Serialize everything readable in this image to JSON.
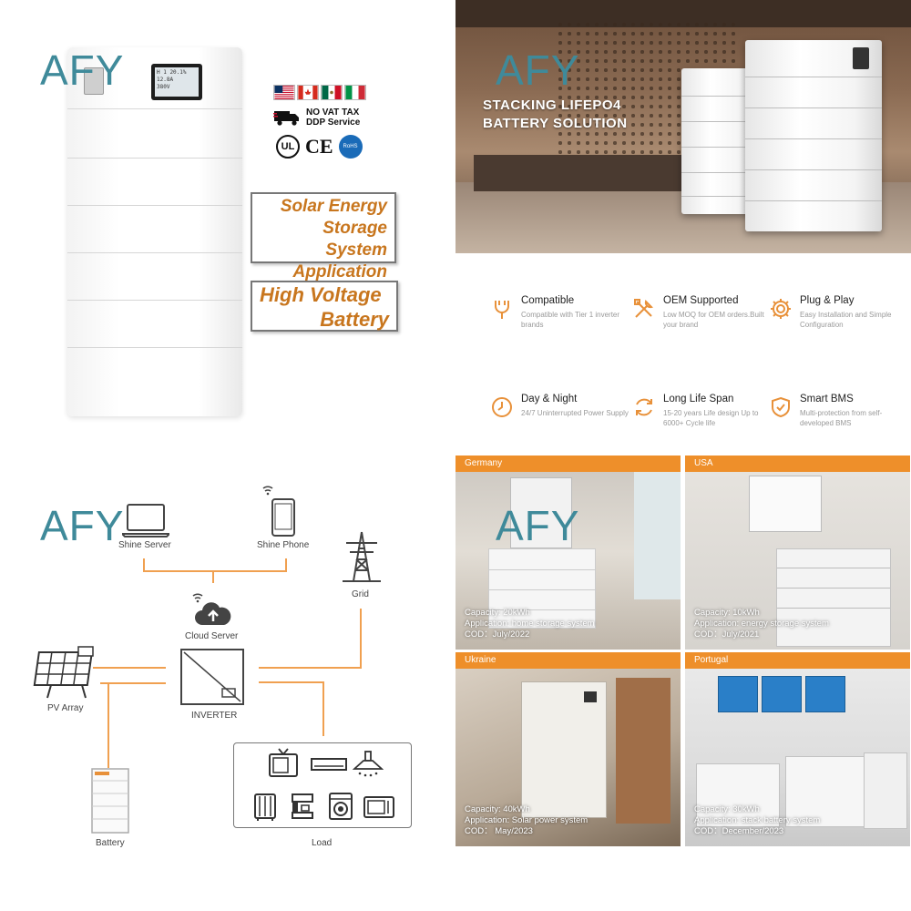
{
  "watermark": "AFY",
  "q1": {
    "shipping": {
      "line1": "NO VAT TAX",
      "line2": "DDP Service"
    },
    "certs": {
      "ul": "UL",
      "ce": "CE",
      "rohs": "RoHS"
    },
    "tag1": [
      "Solar Energy",
      "Storage System",
      "Application"
    ],
    "tag2": [
      "High Voltage",
      "Battery"
    ],
    "screen": [
      "H 1 20.1%",
      "12.8A",
      "380V"
    ]
  },
  "q2": {
    "hero_title": [
      "STACKING LIFEPO4",
      "BATTERY SOLUTION"
    ],
    "features": [
      {
        "title": "Compatible",
        "desc": "Compatible with Tier 1 inverter brands",
        "icon": "wrench-icon"
      },
      {
        "title": "OEM Supported",
        "desc": "Low MOQ for OEM orders.Built your brand",
        "icon": "tools-icon"
      },
      {
        "title": "Plug & Play",
        "desc": "Easy Installation and Simple Configuration",
        "icon": "gear-icon"
      },
      {
        "title": "Day & Night",
        "desc": "24/7 Uninterrupted Power Supply",
        "icon": "clock-icon"
      },
      {
        "title": "Long Life Span",
        "desc": "15-20 years Life design Up to 6000+ Cycle life",
        "icon": "cycle-icon"
      },
      {
        "title": "Smart BMS",
        "desc": "Multi-protection from self-developed BMS",
        "icon": "shield-check-icon"
      }
    ],
    "accent": "#e8913a"
  },
  "q3": {
    "labels": {
      "shine_server": "Shine Server",
      "shine_phone": "Shine Phone",
      "grid": "Grid",
      "cloud_server": "Cloud Server",
      "pv_array": "PV Array",
      "inverter": "INVERTER",
      "battery": "Battery",
      "load": "Load"
    },
    "line_color": "#f0a050"
  },
  "q4": {
    "cases": [
      {
        "country": "Germany",
        "capacity": "Capacity: 20kWh",
        "application": "Application: home storage system",
        "cod": "COD：July/2022"
      },
      {
        "country": "USA",
        "capacity": "Capacity: 10kWh",
        "application": "Application: energy storage system",
        "cod": "COD：July/2021"
      },
      {
        "country": "Ukraine",
        "capacity": "Capacity: 40kWh",
        "application": "Application: Solar power system",
        "cod": "COD： May/2023"
      },
      {
        "country": "Portugal",
        "capacity": "Capacity: 30kWh",
        "application": "Application: stack battery system",
        "cod": "COD：December/2023"
      }
    ],
    "header_color": "#ee8f2a"
  }
}
